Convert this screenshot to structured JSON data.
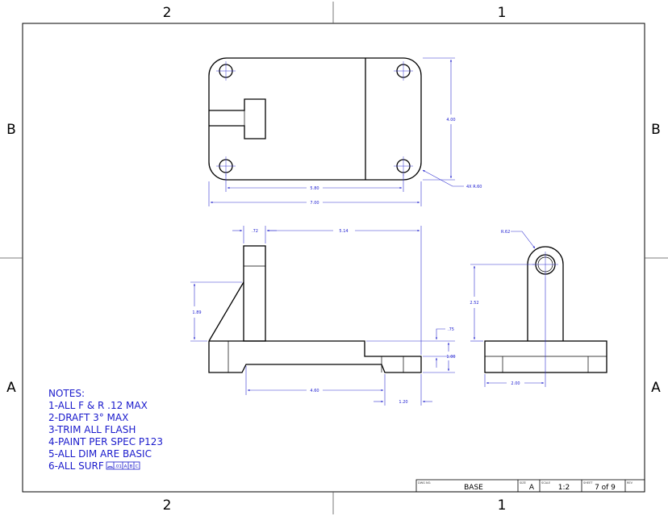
{
  "zones": {
    "top_left": "2",
    "top_right": "1",
    "bottom_left": "2",
    "bottom_right": "1",
    "left_top": "B",
    "left_bottom": "A",
    "right_top": "B",
    "right_bottom": "A"
  },
  "dimensions": {
    "top_view": {
      "height": "4.00",
      "hole_spacing": "5.80",
      "overall_width": "7.00",
      "corner_callout": "4X R.60"
    },
    "front_view": {
      "tab_width": ".72",
      "span": "5.14",
      "gusset_height": "1.89",
      "step": ".75",
      "base_height": "1.00",
      "slot_length": "4.60",
      "end_length": "1.20"
    },
    "side_view": {
      "radius": "R.62",
      "hole_height": "2.52",
      "offset": "2.00"
    }
  },
  "notes": {
    "title": "NOTES:",
    "lines": [
      "1-ALL F & R .12 MAX",
      "2-DRAFT 3° MAX",
      "3-TRIM ALL FLASH",
      "4-PAINT PER SPEC P123",
      "5-ALL DIM ARE BASIC",
      "6-ALL SURF"
    ],
    "fcf": {
      "tolerance": ".01",
      "datum_a": "A",
      "datum_b": "B",
      "datum_c": "C"
    }
  },
  "title_block": {
    "dwg_no_label": "DWG NO.",
    "dwg_no": "BASE",
    "size_label": "SIZE",
    "size": "A",
    "scale_label": "SCALE",
    "scale": "1:2",
    "sheet_label": "SHEET",
    "sheet": "7 of 9",
    "rev_label": "REV"
  }
}
